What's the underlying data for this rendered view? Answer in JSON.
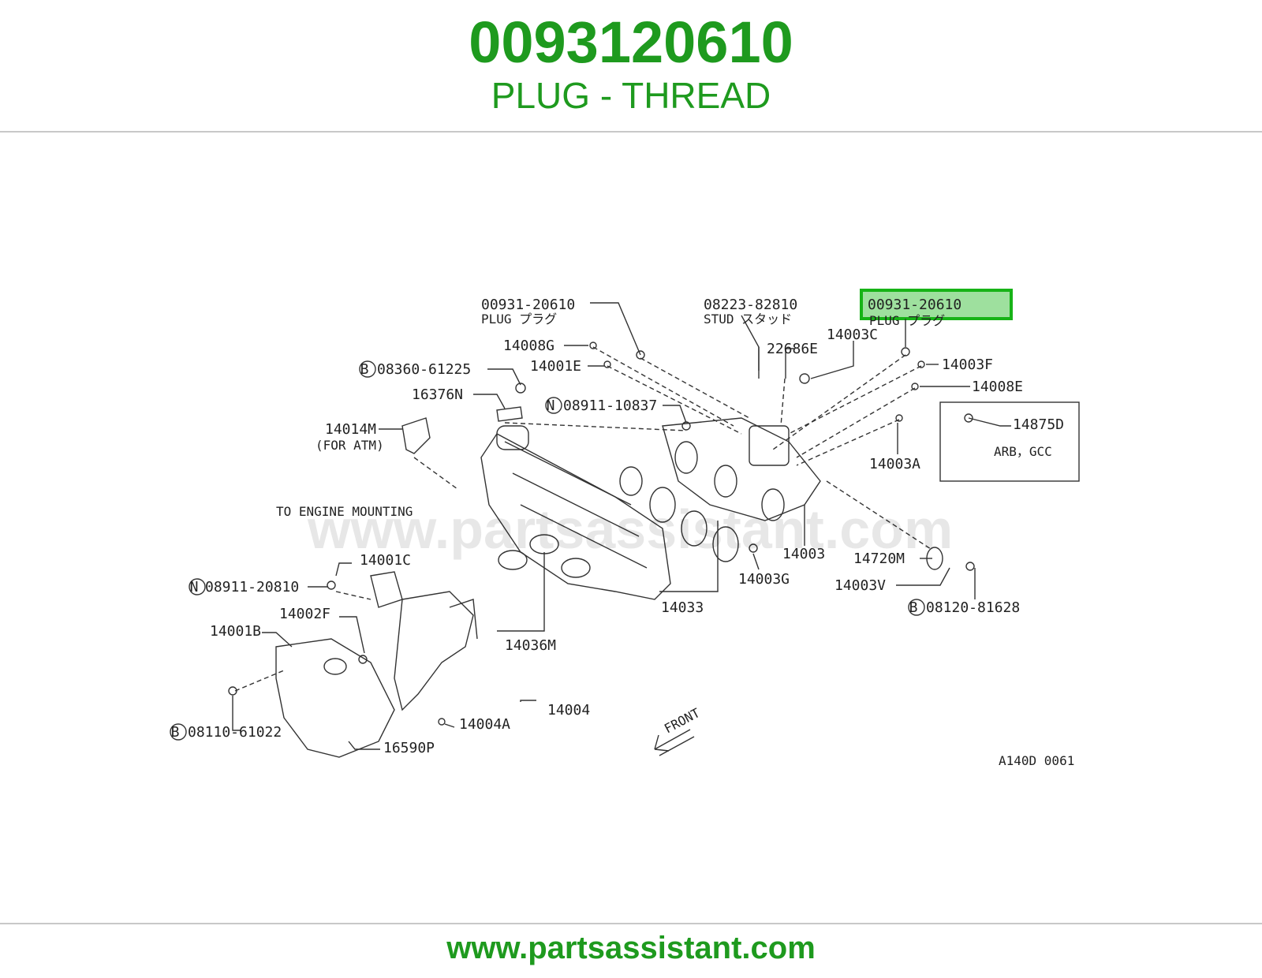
{
  "header": {
    "part_number": "0093120610",
    "description": "PLUG - THREAD"
  },
  "footer": {
    "url": "www.partsassistant.com"
  },
  "colors": {
    "brand_green": "#1e9a1e",
    "highlight_fill": "#9ee09e",
    "highlight_border": "#17b317",
    "rule_gray": "#c8c8c8"
  },
  "diagram": {
    "watermark": "www.partsassistant.com",
    "code": "A140D 0061",
    "front_label": "FRONT",
    "highlighted": {
      "number": "00931-20610",
      "sub": "PLUG プラグ"
    },
    "labels": {
      "plug_left": "00931-20610",
      "plug_left_sub": "PLUG プラグ",
      "stud": "08223-82810",
      "stud_sub": "STUD スタッド",
      "p14008G": "14008G",
      "p14001E": "14001E",
      "b08360": "08360-61225",
      "p16376N": "16376N",
      "n08911_10837": "08911-10837",
      "p14014M": "14014M",
      "for_atm": "(FOR ATM)",
      "to_engine": "TO ENGINE MOUNTING",
      "p22686E": "22686E",
      "p14003C": "14003C",
      "p14003F": "14003F",
      "p14008E": "14008E",
      "p14875D": "14875D",
      "arb_gcc": "ARB，GCC",
      "p14003A": "14003A",
      "p14003": "14003",
      "p14720M": "14720M",
      "p14003V": "14003V",
      "b08120": "08120-81628",
      "p14003G": "14003G",
      "p14033": "14033",
      "p14036M": "14036M",
      "p14001C": "14001C",
      "n08911_20810": "08911-20810",
      "p14002F": "14002F",
      "p14001B": "14001B",
      "p14004": "14004",
      "p14004A": "14004A",
      "b08110": "08110-61022",
      "p16590P": "16590P",
      "b_mark": "B",
      "n_mark": "N"
    }
  }
}
